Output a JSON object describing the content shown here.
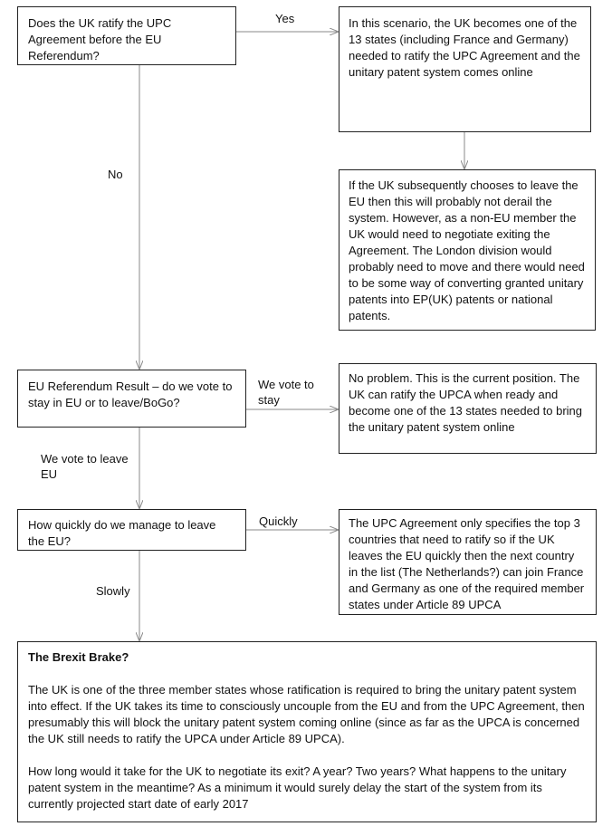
{
  "q1": {
    "text": "Does the UK ratify the UPC Agreement before the EU Referendum?",
    "yes_label": "Yes",
    "no_label": "No"
  },
  "yes_scenario": {
    "text": "In this scenario, the UK becomes one of the 13 states (including France and Germany) needed to ratify the UPC Agreement and the unitary patent system comes online"
  },
  "leave_later": {
    "text": "If the UK subsequently chooses to leave the EU then this will probably not derail the system. However, as a non-EU member the UK would need to negotiate exiting the Agreement. The London division would probably need to move and there would need to be some way of converting granted unitary patents into EP(UK) patents or national patents."
  },
  "q2": {
    "text": "EU Referendum Result – do we vote to stay in EU or to leave/BoGo?",
    "stay_label": "We vote to stay",
    "leave_label": "We vote to leave EU"
  },
  "stay_result": {
    "text": "No problem. This is the current position. The UK can ratify the UPCA when ready and become one of the 13 states needed to bring the unitary patent system online"
  },
  "q3": {
    "text": "How quickly do we manage to leave the EU?",
    "quickly_label": "Quickly",
    "slowly_label": "Slowly"
  },
  "quick_result": {
    "text": "The UPC Agreement only specifies the top 3 countries that need to ratify so if the UK leaves the EU quickly then the next country in the list (The Netherlands?) can join France and Germany as one of the required member states under Article 89 UPCA"
  },
  "brexit_brake": {
    "title": "The Brexit Brake?",
    "para1": "The UK is one of the three member states whose ratification is required to bring the unitary patent system into effect. If the UK takes its time to consciously uncouple from the EU and from the UPC Agreement, then presumably this will block the unitary patent system coming online (since as far as the UPCA is concerned the UK still needs to ratify the UPCA under Article 89 UPCA).",
    "para2": "How long would it take for the UK to negotiate its exit? A year? Two years? What happens to the unitary patent system in the meantime? As a minimum it would surely delay the start of the system from its currently projected start date of early 2017"
  },
  "colors": {
    "line": "#8a8a8a",
    "border": "#222222",
    "text": "#111111"
  }
}
